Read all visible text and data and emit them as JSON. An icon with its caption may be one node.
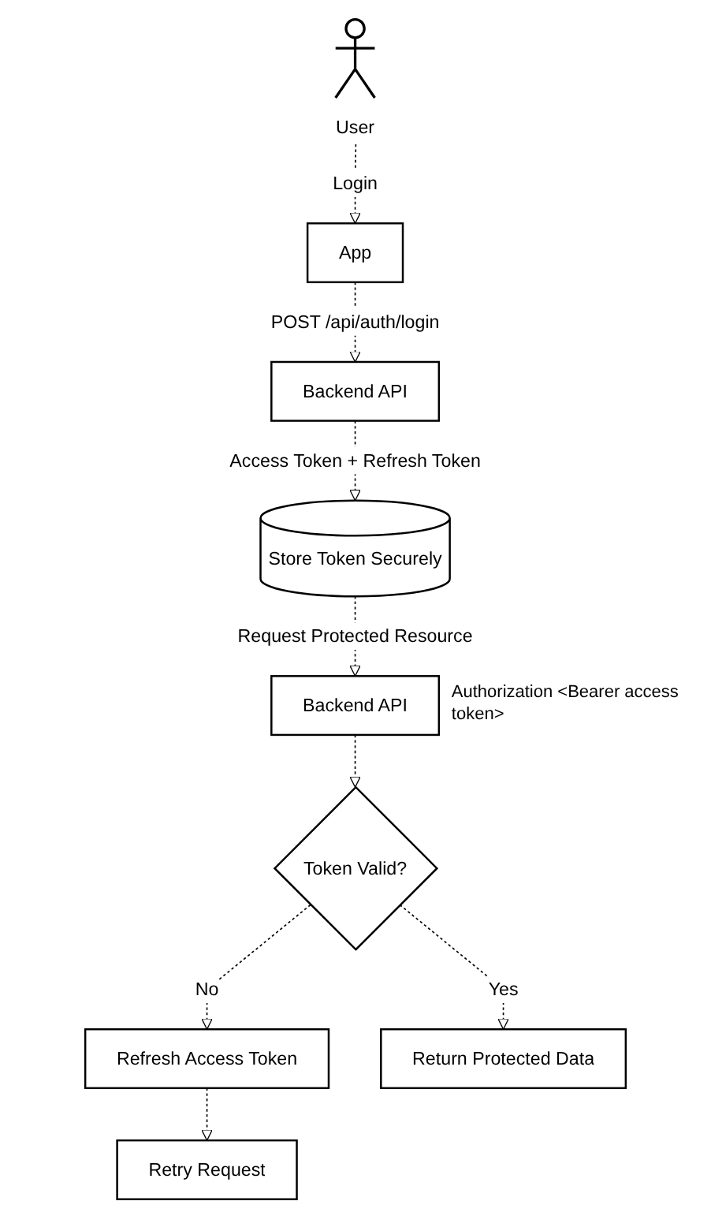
{
  "diagram": {
    "nodes": [
      {
        "text": [
          "User"
        ]
      },
      {
        "text": [
          "App"
        ]
      },
      {
        "text": [
          "Backend API"
        ]
      },
      {
        "text": [
          "Store Token Securely"
        ]
      },
      {
        "text": [
          "Backend API"
        ]
      },
      {
        "text": [
          "Token Valid?"
        ]
      },
      {
        "text": [
          "Refresh Access Token"
        ]
      },
      {
        "text": [
          "Return Protected Data"
        ]
      },
      {
        "text": [
          "Retry Request"
        ]
      }
    ],
    "edges": [
      {
        "from": 0,
        "to": 1,
        "arrow": "to",
        "label": "Login",
        "style": "dashed"
      },
      {
        "from": 1,
        "to": 2,
        "arrow": "to",
        "label": "POST /api/auth/login",
        "style": "dashed"
      },
      {
        "from": 2,
        "to": 3,
        "arrow": "to",
        "label": "Access Token + Refresh Token",
        "style": "dashed"
      },
      {
        "from": 3,
        "to": 4,
        "arrow": "to",
        "label": "Request Protected Resource",
        "style": "dashed"
      },
      {
        "from": 4,
        "to": 5,
        "arrow": "to",
        "style": "dashed"
      },
      {
        "from": 5,
        "to": 6,
        "arrow": "to",
        "label": "No",
        "style": "dashed"
      },
      {
        "from": 5,
        "to": 7,
        "arrow": "to",
        "label": "Yes",
        "style": "dashed"
      },
      {
        "from": 6,
        "to": 8,
        "arrow": "to",
        "style": "dashed"
      }
    ],
    "labels": [
      "Authorization <Bearer access token>"
    ]
  }
}
